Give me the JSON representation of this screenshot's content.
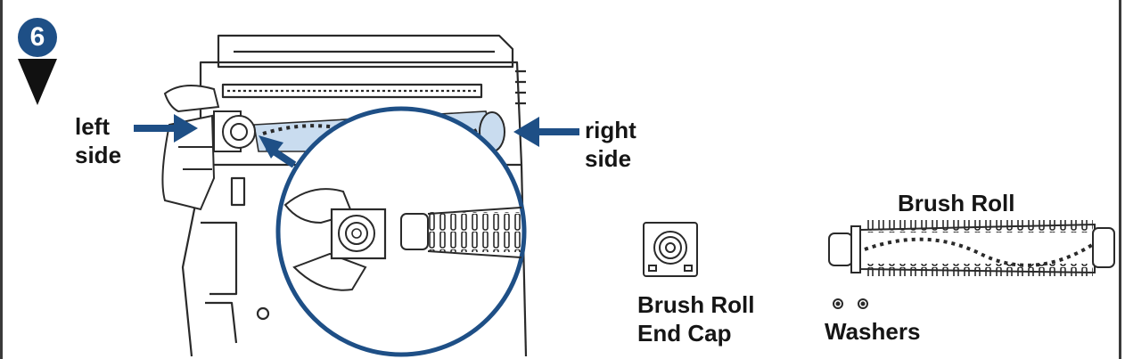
{
  "step": {
    "number": "6"
  },
  "labels": {
    "left_side": [
      "left",
      "side"
    ],
    "right_side": [
      "right",
      "side"
    ],
    "brush_roll": "Brush Roll",
    "end_cap": [
      "Brush Roll",
      "End Cap"
    ],
    "washers": "Washers"
  },
  "colors": {
    "accent": "#1e4f86",
    "line": "#2a2a2a",
    "highlight": "#c9dcef"
  }
}
